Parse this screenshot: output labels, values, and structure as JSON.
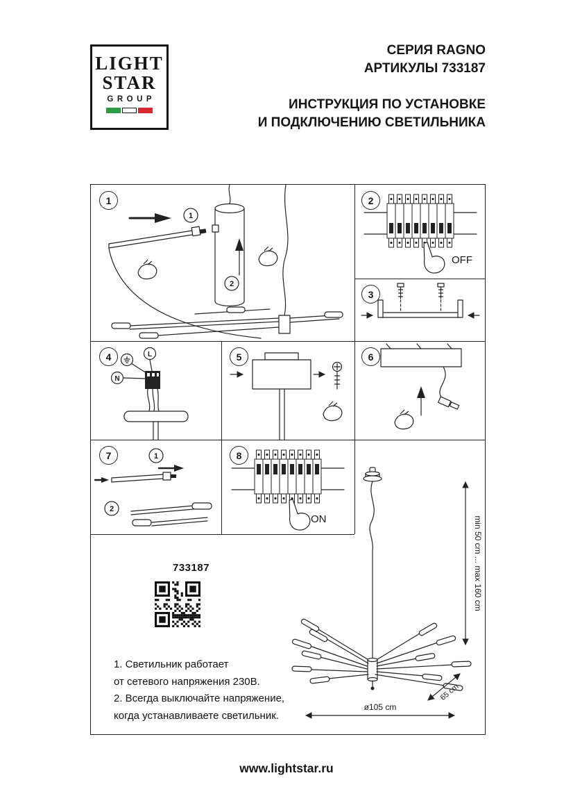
{
  "colors": {
    "ink": "#1a1a1a",
    "flag_green": "#2e9b47",
    "flag_white": "#ffffff",
    "flag_red": "#d7282f"
  },
  "header": {
    "logo": {
      "line1": "LIGHT",
      "line2": "STAR",
      "line3": "GROUP"
    },
    "series": "СЕРИЯ RAGNO",
    "articles": "АРТИКУЛЫ 733187",
    "title_line1": "ИНСТРУКЦИЯ ПО УСТАНОВКЕ",
    "title_line2": "И ПОДКЛЮЧЕНИЮ СВЕТИЛЬНИКА"
  },
  "steps": [
    "1",
    "2",
    "3",
    "4",
    "5",
    "6",
    "7",
    "8"
  ],
  "callouts": {
    "one": "1",
    "two": "2"
  },
  "switch_labels": {
    "off": "OFF",
    "on": "ON"
  },
  "wiring": {
    "l": "L",
    "n": "N"
  },
  "product": {
    "article": "733187",
    "height_range": "min 50 cm ... max 160 cm",
    "diameter": "ø105 cm",
    "depth": "65 cm"
  },
  "notes": {
    "lines": [
      "1. Светильник работает",
      "от сетевого напряжения 230В.",
      "2. Всегда выключайте напряжение,",
      "когда устанавливаете светильник."
    ]
  },
  "footer": {
    "url": "www.lightstar.ru"
  }
}
